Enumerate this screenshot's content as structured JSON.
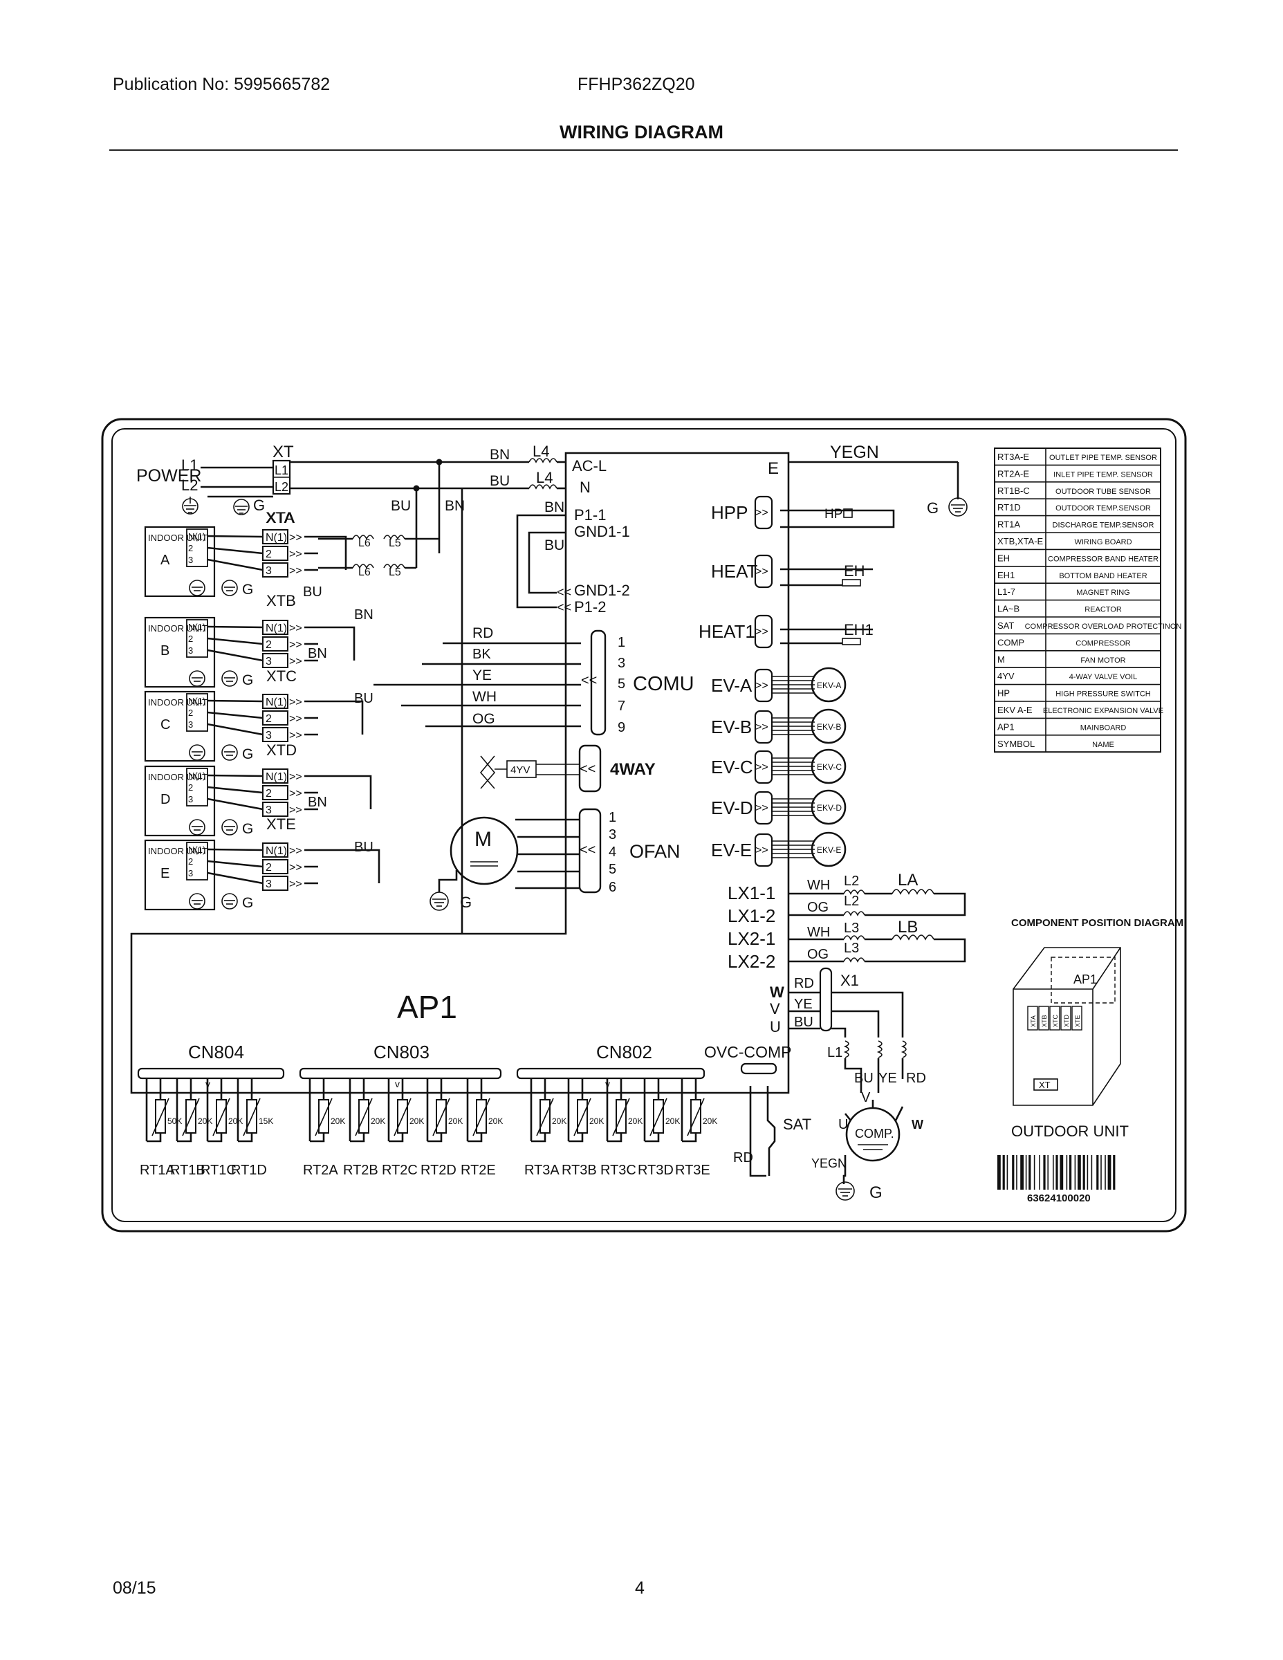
{
  "header": {
    "publication": "Publication No: 5995665782",
    "model": "FFHP362ZQ20",
    "title": "WIRING DIAGRAM"
  },
  "footer": {
    "date": "08/15",
    "page": "4"
  },
  "diagram": {
    "power": {
      "label": "POWER",
      "l1": "L1",
      "l2": "L2",
      "g": "G"
    },
    "xt": "XT",
    "xt_l1": "L1",
    "xt_l2": "L2",
    "wire_colors": {
      "bn": "BN",
      "bu": "BU",
      "rd": "RD",
      "bk": "BK",
      "ye": "YE",
      "wh": "WH",
      "og": "OG",
      "yegn": "YEGN"
    },
    "magnet_rings": {
      "l4": "L4",
      "l5": "L5",
      "l6": "L6",
      "l2": "L2",
      "l3": "L3"
    },
    "indoor_units": [
      {
        "label": "INDOOR UNIT",
        "letter": "A",
        "terminal": "XTA"
      },
      {
        "label": "INDOOR UNIT",
        "letter": "B",
        "terminal": "XTB"
      },
      {
        "label": "INDOOR UNIT",
        "letter": "C",
        "terminal": "XTC"
      },
      {
        "label": "INDOOR UNIT",
        "letter": "D",
        "terminal": "XTD"
      },
      {
        "label": "INDOOR UNIT",
        "letter": "E",
        "terminal": "XTE"
      }
    ],
    "terminal_pins": [
      "N(1)",
      "2",
      "3"
    ],
    "mainboard_pins": {
      "acl": "AC-L",
      "n": "N",
      "e": "E",
      "p11": "P1-1",
      "gnd11": "GND1-1",
      "gnd12": "GND1-2",
      "p12": "P1-2"
    },
    "comu": {
      "label": "COMU",
      "pins": [
        "1",
        "3",
        "5",
        "7",
        "9"
      ]
    },
    "fourway": {
      "label": "4WAY",
      "valve": "4YV"
    },
    "ofan": {
      "label": "OFAN",
      "motor": "M",
      "pins": [
        "1",
        "3",
        "4",
        "5",
        "6"
      ]
    },
    "right_connectors": [
      "HPP",
      "HEAT",
      "HEAT1",
      "EV-A",
      "EV-B",
      "EV-C",
      "EV-D",
      "EV-E"
    ],
    "hp_switch": "HP",
    "heaters": [
      "EH",
      "EH1"
    ],
    "ekv": [
      "EKV-A",
      "EKV-B",
      "EKV-C",
      "EKV-D",
      "EKV-E"
    ],
    "lx": [
      "LX1-1",
      "LX1-2",
      "LX2-1",
      "LX2-2"
    ],
    "reactors": [
      "LA",
      "LB"
    ],
    "comp_phases": {
      "w": "W",
      "v": "V",
      "u": "U",
      "x1": "X1",
      "l1": "L1",
      "comp": "COMP.",
      "sat": "SAT"
    },
    "ap1": "AP1",
    "cn_blocks": [
      {
        "label": "CN804",
        "sensors": [
          "RT1A",
          "RT1B",
          "RT1C",
          "RT1D"
        ],
        "values": [
          "50K",
          "20K",
          "20K",
          "15K"
        ]
      },
      {
        "label": "CN803",
        "sensors": [
          "RT2A",
          "RT2B",
          "RT2C",
          "RT2D",
          "RT2E"
        ],
        "values": [
          "20K",
          "20K",
          "20K",
          "20K",
          "20K"
        ]
      },
      {
        "label": "CN802",
        "sensors": [
          "RT3A",
          "RT3B",
          "RT3C",
          "RT3D",
          "RT3E"
        ],
        "values": [
          "20K",
          "20K",
          "20K",
          "20K",
          "20K"
        ]
      }
    ],
    "ovc_comp": "OVC-COMP",
    "legend": [
      {
        "symbol": "RT3A-E",
        "name": "OUTLET PIPE TEMP. SENSOR"
      },
      {
        "symbol": "RT2A-E",
        "name": "INLET PIPE TEMP. SENSOR"
      },
      {
        "symbol": "RT1B-C",
        "name": "OUTDOOR TUBE SENSOR"
      },
      {
        "symbol": "RT1D",
        "name": "OUTDOOR TEMP.SENSOR"
      },
      {
        "symbol": "RT1A",
        "name": "DISCHARGE TEMP.SENSOR"
      },
      {
        "symbol": "XTB,XTA-E",
        "name": "WIRING BOARD"
      },
      {
        "symbol": "EH",
        "name": "COMPRESSOR BAND HEATER"
      },
      {
        "symbol": "EH1",
        "name": "BOTTOM BAND HEATER"
      },
      {
        "symbol": "L1-7",
        "name": "MAGNET RING"
      },
      {
        "symbol": "LA~B",
        "name": "REACTOR"
      },
      {
        "symbol": "SAT",
        "name": "COMPRESSOR OVERLOAD PROTECTINON"
      },
      {
        "symbol": "COMP",
        "name": "COMPRESSOR"
      },
      {
        "symbol": "M",
        "name": "FAN MOTOR"
      },
      {
        "symbol": "4YV",
        "name": "4-WAY VALVE VOIL"
      },
      {
        "symbol": "HP",
        "name": "HIGH PRESSURE SWITCH"
      },
      {
        "symbol": "EKV A-E",
        "name": "ELECTRONIC EXPANSION VALVE"
      },
      {
        "symbol": "AP1",
        "name": "MAINBOARD"
      },
      {
        "symbol": "SYMBOL",
        "name": "NAME"
      }
    ],
    "position_diagram": {
      "title": "COMPONENT POSITION DIAGRAM",
      "ap1": "AP1",
      "xt": "XT",
      "terminals": [
        "XTA",
        "XTB",
        "XTC",
        "XTD",
        "XTE"
      ],
      "caption": "OUTDOOR UNIT"
    },
    "barcode": "63624100020"
  }
}
